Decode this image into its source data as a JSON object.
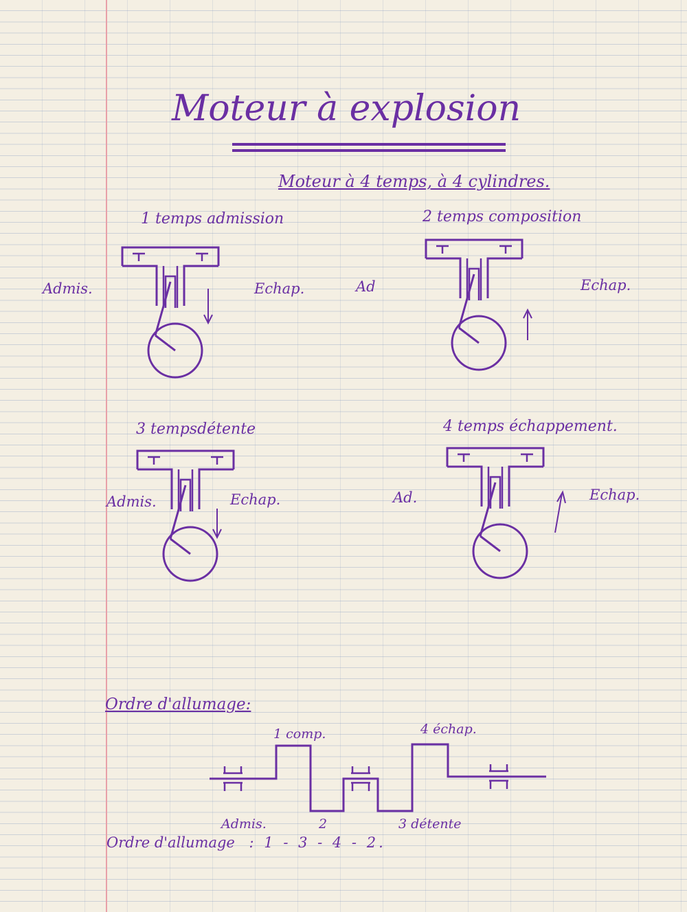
{
  "title": "Moteur à explosion",
  "subtitle": "Moteur à 4 temps, à 4 cylindres.",
  "strokes": [
    {
      "step": "1 temps admission",
      "left_label": "Admis.",
      "right_label": "Echap.",
      "piston_motion": "down"
    },
    {
      "step": "2 temps composition",
      "left_label": "Ad",
      "right_label": "Echap.",
      "piston_motion": "up"
    },
    {
      "step": "3 tempsdétente",
      "left_label": "Admis.",
      "right_label": "Echap.",
      "piston_motion": "down"
    },
    {
      "step": "4 temps échappement.",
      "left_label": "Ad.",
      "right_label": "Echap.",
      "piston_motion": "up"
    }
  ],
  "firing_order": {
    "heading": "Ordre d'allumage:",
    "phases": {
      "compression": "1 comp.",
      "exhaust": "4 échap.",
      "intake": "Admis.",
      "number_2": "2",
      "expansion": "3 détente"
    },
    "order_label": "Ordre d'allumage",
    "order_sequence": ": 1 - 3 - 4 - 2."
  },
  "ink_color": "#6a2fa3"
}
